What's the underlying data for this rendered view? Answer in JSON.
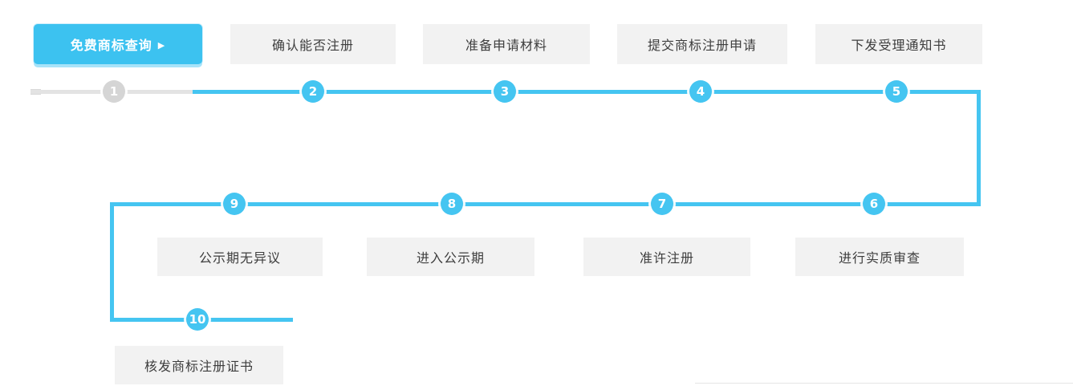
{
  "colors": {
    "accent": "#45c5f1",
    "button": "#3cc2f0",
    "inactive": "#d5d5d5",
    "box_bg": "#f2f2f2",
    "line_gray": "#e3e3e3"
  },
  "cta": {
    "label": "免费商标查询",
    "arrow": "▶"
  },
  "row1_circles": [
    "1",
    "2",
    "3",
    "4",
    "5"
  ],
  "row1_boxes": [
    "确认能否注册",
    "准备申请材料",
    "提交商标注册申请",
    "下发受理通知书"
  ],
  "row2_circles": [
    "9",
    "8",
    "7",
    "6"
  ],
  "row2_boxes": [
    "公示期无异议",
    "进入公示期",
    "准许注册",
    "进行实质审查"
  ],
  "row3_circle": "10",
  "row3_box": "核发商标注册证书"
}
